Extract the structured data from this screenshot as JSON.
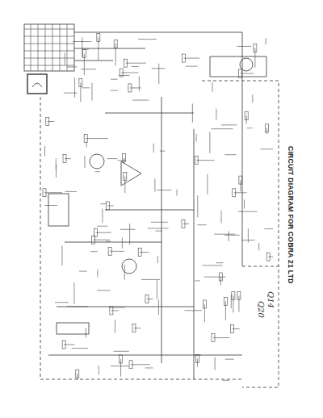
{
  "diagram": {
    "title": "CIRCUIT DIAGRAM FOR COBRA 21 LTD",
    "labels": [
      "Q14",
      "Q20"
    ]
  }
}
